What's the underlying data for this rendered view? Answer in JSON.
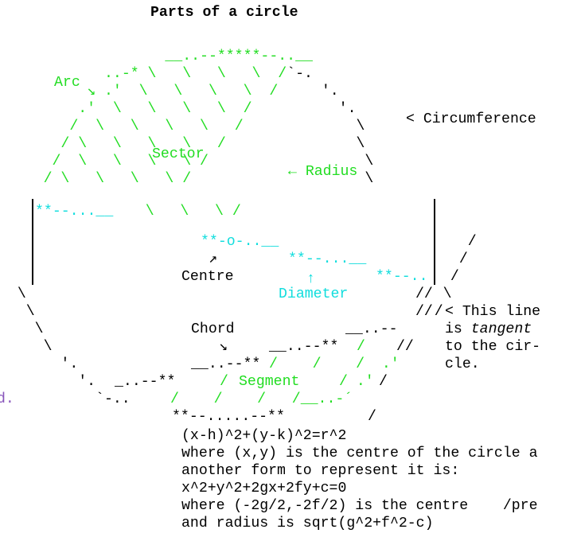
{
  "title": "Parts of a circle",
  "colors": {
    "labels": "#22dd22",
    "diameter": "#11dddd",
    "lines": "#000000",
    "stray": "#8855bb"
  },
  "labels": {
    "arc": "Arc",
    "circumference": "< Circumference",
    "sector": "Sector",
    "radius": "← Radius",
    "centre": "Centre",
    "diameter": "Diameter",
    "chord": "Chord",
    "segment": "Segment",
    "tangent_1": "< This line",
    "tangent_2_pre": "is ",
    "tangent_2_em": "tangent",
    "tangent_3": "to the cir-",
    "tangent_4": "cle.",
    "stray_left": "d."
  },
  "formula": {
    "line1": "(x-h)^2+(y-k)^2=r^2",
    "line2": "where (x,y) is the centre of the circle a",
    "line3": "another form to represent it is:",
    "line4": "x^2+y^2+2gx+2fy+c=0",
    "line5": "where (-2g/2,-2f/2) is the centre    /pre",
    "line6": "and radius is sqrt(g^2+f^2-c)"
  }
}
